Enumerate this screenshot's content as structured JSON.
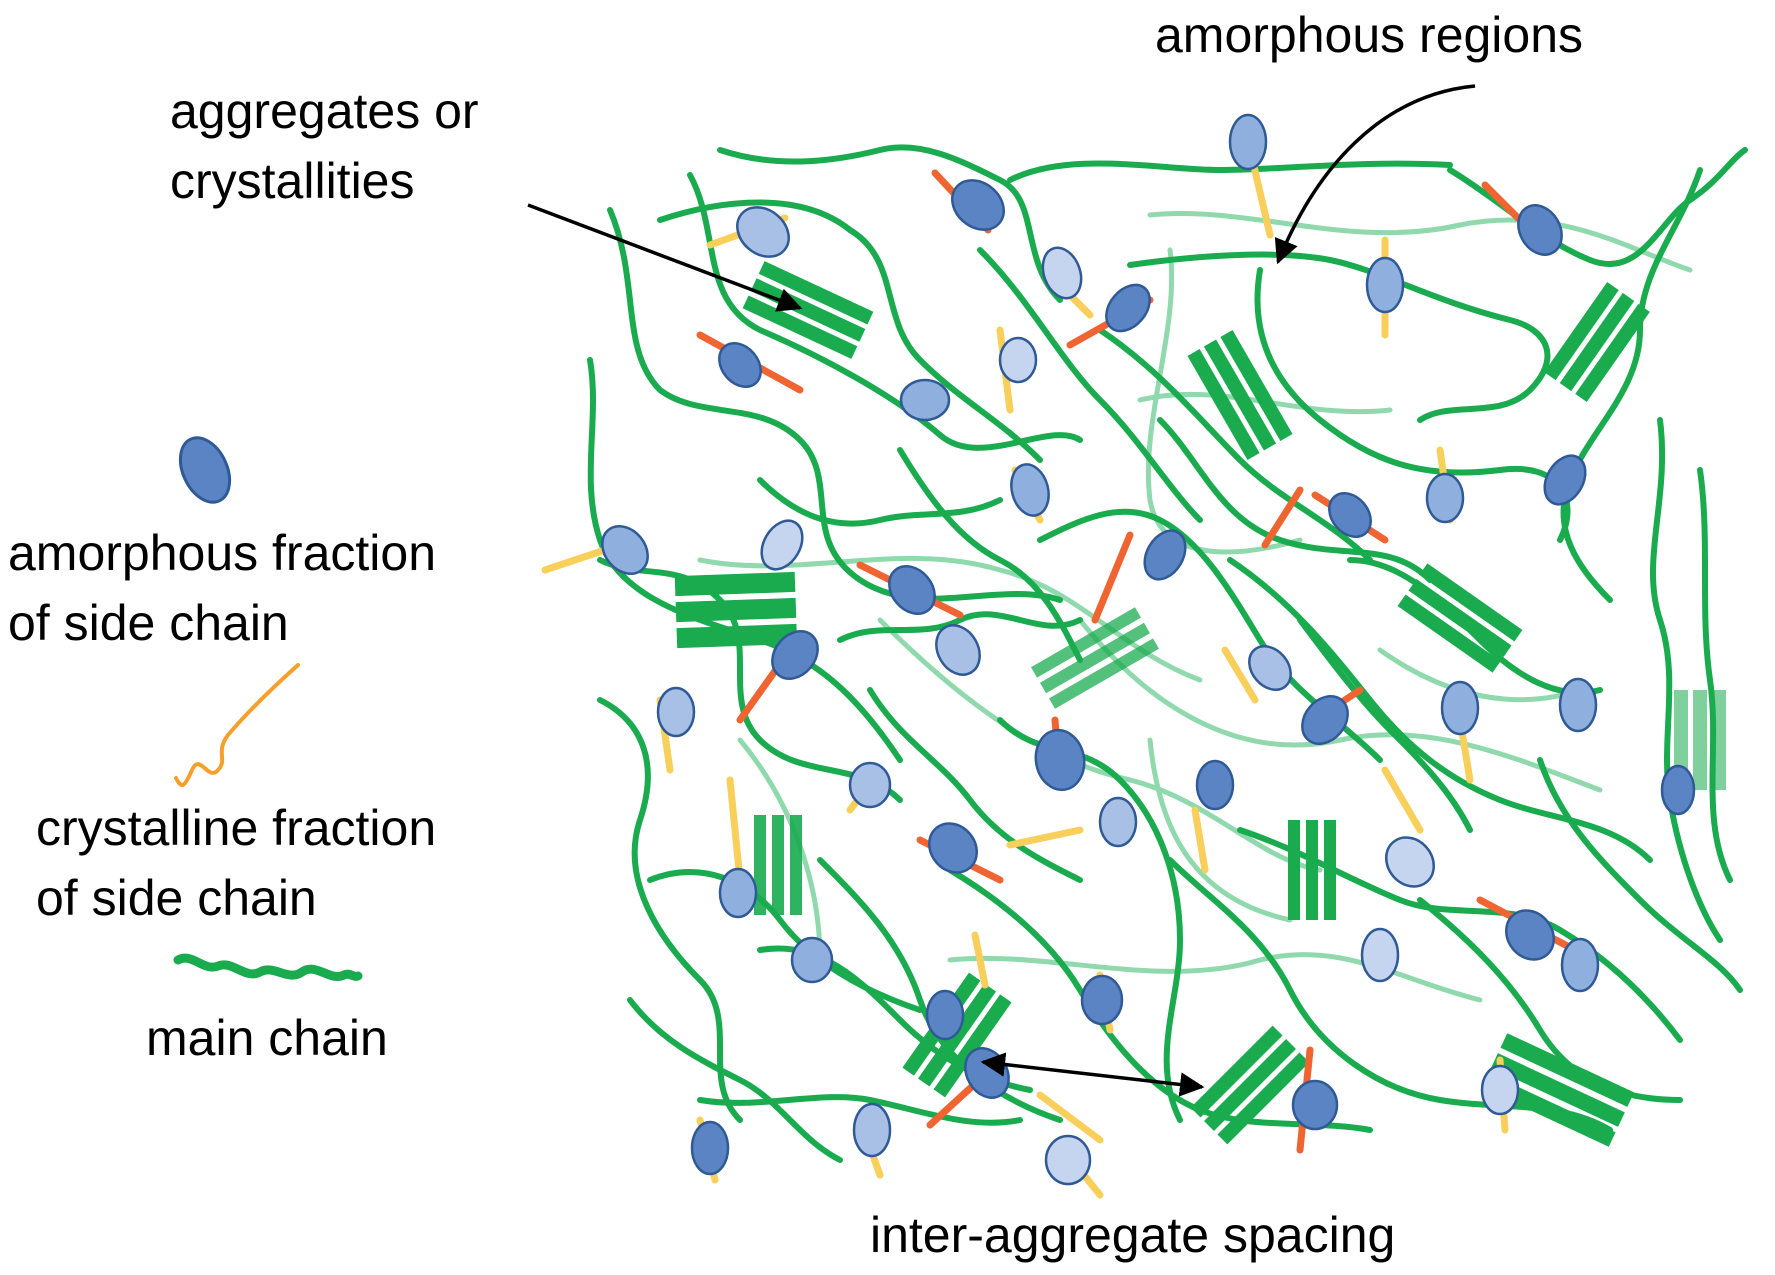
{
  "labels": {
    "amorphous_regions": "amorphous regions",
    "aggregates_line1": "aggregates or",
    "aggregates_line2": "crystallities",
    "amorphous_side_line1": "amorphous fraction",
    "amorphous_side_line2": "of side chain",
    "crystalline_side_line1": "crystalline fraction",
    "crystalline_side_line2": "of side chain",
    "main_chain": "main chain",
    "inter_aggregate": "inter-aggregate spacing"
  },
  "colors": {
    "main_chain": "#1aab4f",
    "main_chain_faint": "#7fd6a3",
    "amorphous_side_chain": "#5b84c4",
    "amorphous_side_chain_light": "#a9c0e6",
    "side_chain_outline": "#2f5a96",
    "crystalline_side_chain": "#f5a02a",
    "side_stub_red": "#f06432",
    "side_stub_yellow": "#f8cf5a",
    "arrow": "#000000"
  },
  "legend": [
    {
      "icon": "ellipse-icon",
      "meaning": "amorphous fraction of side chain"
    },
    {
      "icon": "orange-squiggle-icon",
      "meaning": "crystalline fraction of side chain"
    },
    {
      "icon": "green-wave-icon",
      "meaning": "main chain"
    }
  ]
}
